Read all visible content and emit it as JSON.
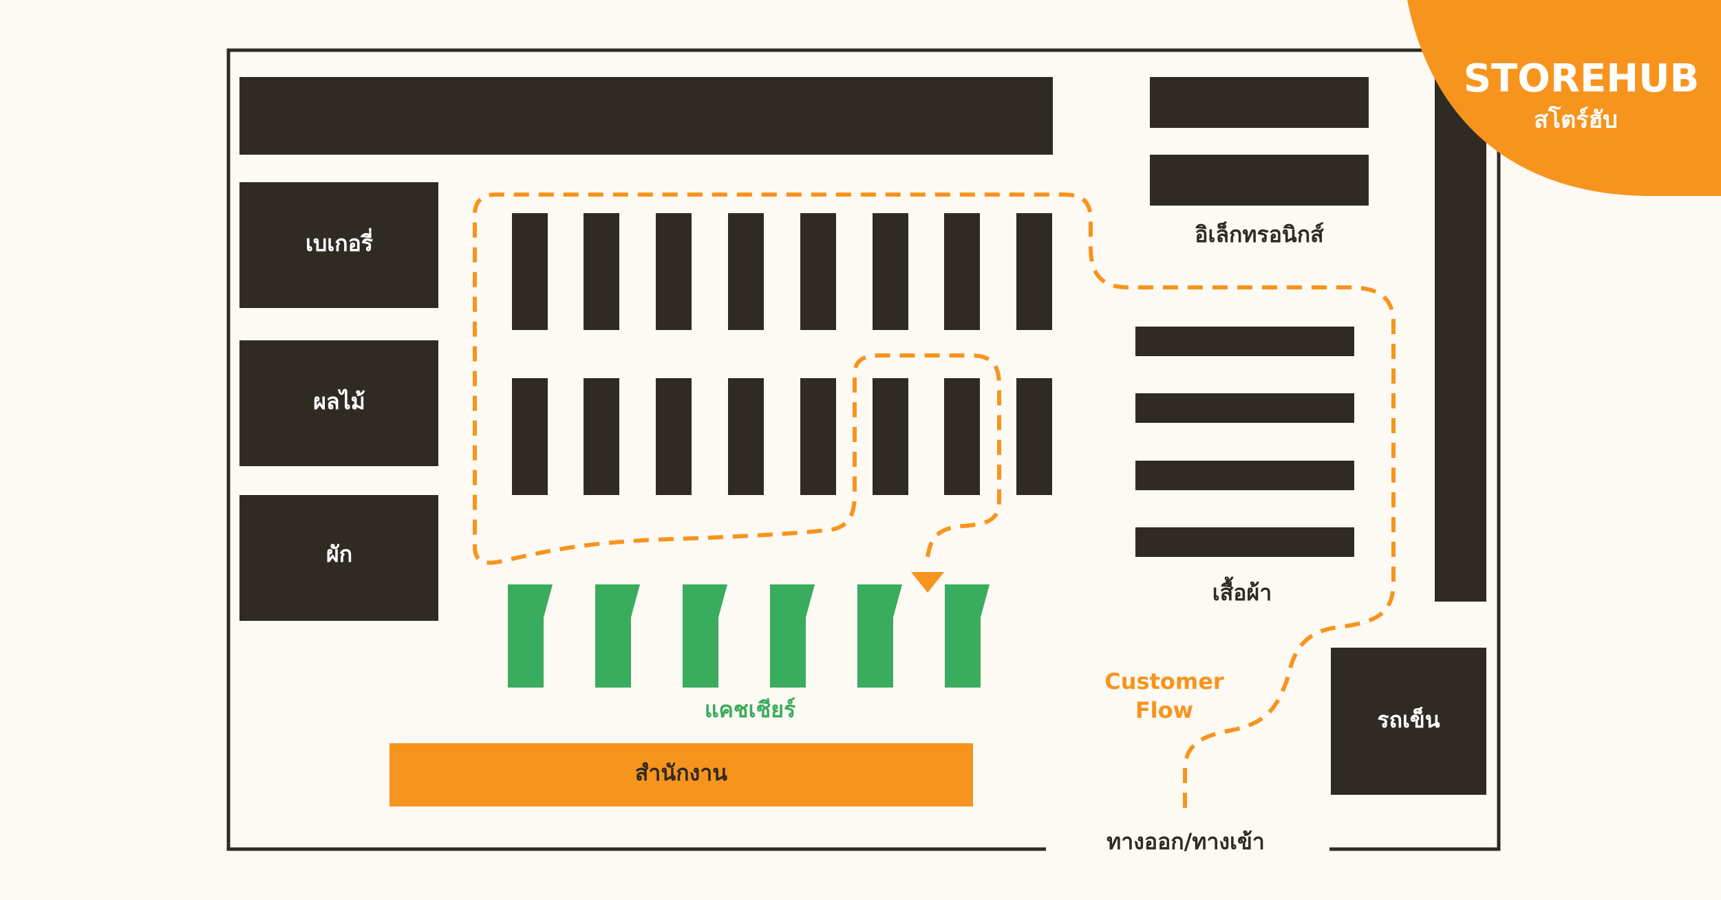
{
  "brand": {
    "name": "STOREHUB",
    "tagline": "สโตร์ฮับ",
    "color": "#f7941d"
  },
  "colors": {
    "background": "#fdf9f3",
    "fixture": "#302a25",
    "flow": "#f7941d",
    "cashier": "#3aac5d",
    "wall": "#302a25"
  },
  "zones": {
    "bakery": "เบเกอรี่",
    "fruit": "ผลไม้",
    "vegetables": "ผัก",
    "electronics": "อิเล็กทรอนิกส์",
    "clothing": "เสื้อผ้า",
    "cart": "รถเข็น",
    "cashier": "แคชเชียร์",
    "office": "สำนักงาน",
    "entrance": "ทางออก/ทางเข้า"
  },
  "flow_label": [
    "Customer",
    "Flow"
  ]
}
